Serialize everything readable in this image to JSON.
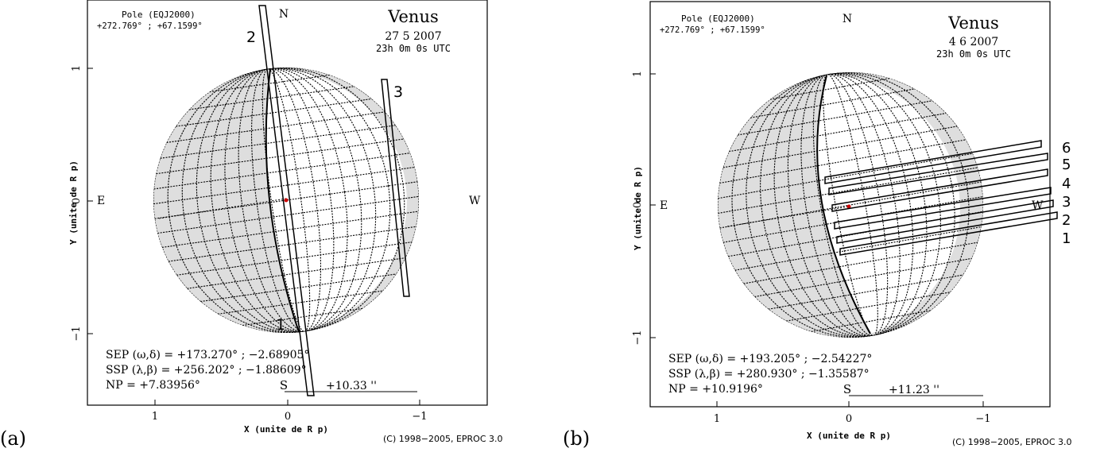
{
  "panels": [
    {
      "panel_label": "(a)",
      "pole_title": "Pole (EQJ2000)",
      "pole_coords": "+272.769° ; +67.1599°",
      "body_name": "Venus",
      "date": "27 5 2007",
      "time": "23h 0m 0s UTC",
      "north": "N",
      "east": "E",
      "west": "W",
      "south": "S",
      "y_axis_label": "Y (unite de R p)",
      "x_axis_label": "X (unite de R p)",
      "x_ticks": [
        "1",
        "0",
        "−1"
      ],
      "y_ticks": [
        "1",
        "0",
        "−1"
      ],
      "sep": "SEP (ω,δ)  =  +173.270°   ;  −2.68905°",
      "ssp": "SSP (λ,β)  =  +256.202°   ;  −1.88609°",
      "np": "NP            =  +7.83956°",
      "scale": "+10.33 ''",
      "copyright": "(C) 1998−2005, EPROC 3.0",
      "slit_labels": [
        "2",
        "3",
        "1"
      ]
    },
    {
      "panel_label": "(b)",
      "pole_title": "Pole (EQJ2000)",
      "pole_coords": "+272.769° ; +67.1599°",
      "body_name": "Venus",
      "date": "4 6 2007",
      "time": "23h 0m 0s UTC",
      "north": "N",
      "east": "E",
      "west": "W",
      "south": "S",
      "y_axis_label": "Y (unite de R p)",
      "x_axis_label": "X (unite de R p)",
      "x_ticks": [
        "1",
        "0",
        "−1"
      ],
      "y_ticks": [
        "1",
        "0",
        "−1"
      ],
      "sep": "SEP (ω,δ)  =  +193.205°   ;  −2.54227°",
      "ssp": "SSP (λ,β)  =  +280.930°   ;  −1.35587°",
      "np": "NP            =  +10.9196°",
      "scale": "+11.23 ''",
      "copyright": "(C) 1998−2005, EPROC 3.0",
      "slit_labels": [
        "6",
        "5",
        "4",
        "3",
        "2",
        "1"
      ]
    }
  ],
  "colors": {
    "lit_grid": "#000000",
    "dark_grid": "#b4b4b4",
    "marker": "#cc0000"
  }
}
